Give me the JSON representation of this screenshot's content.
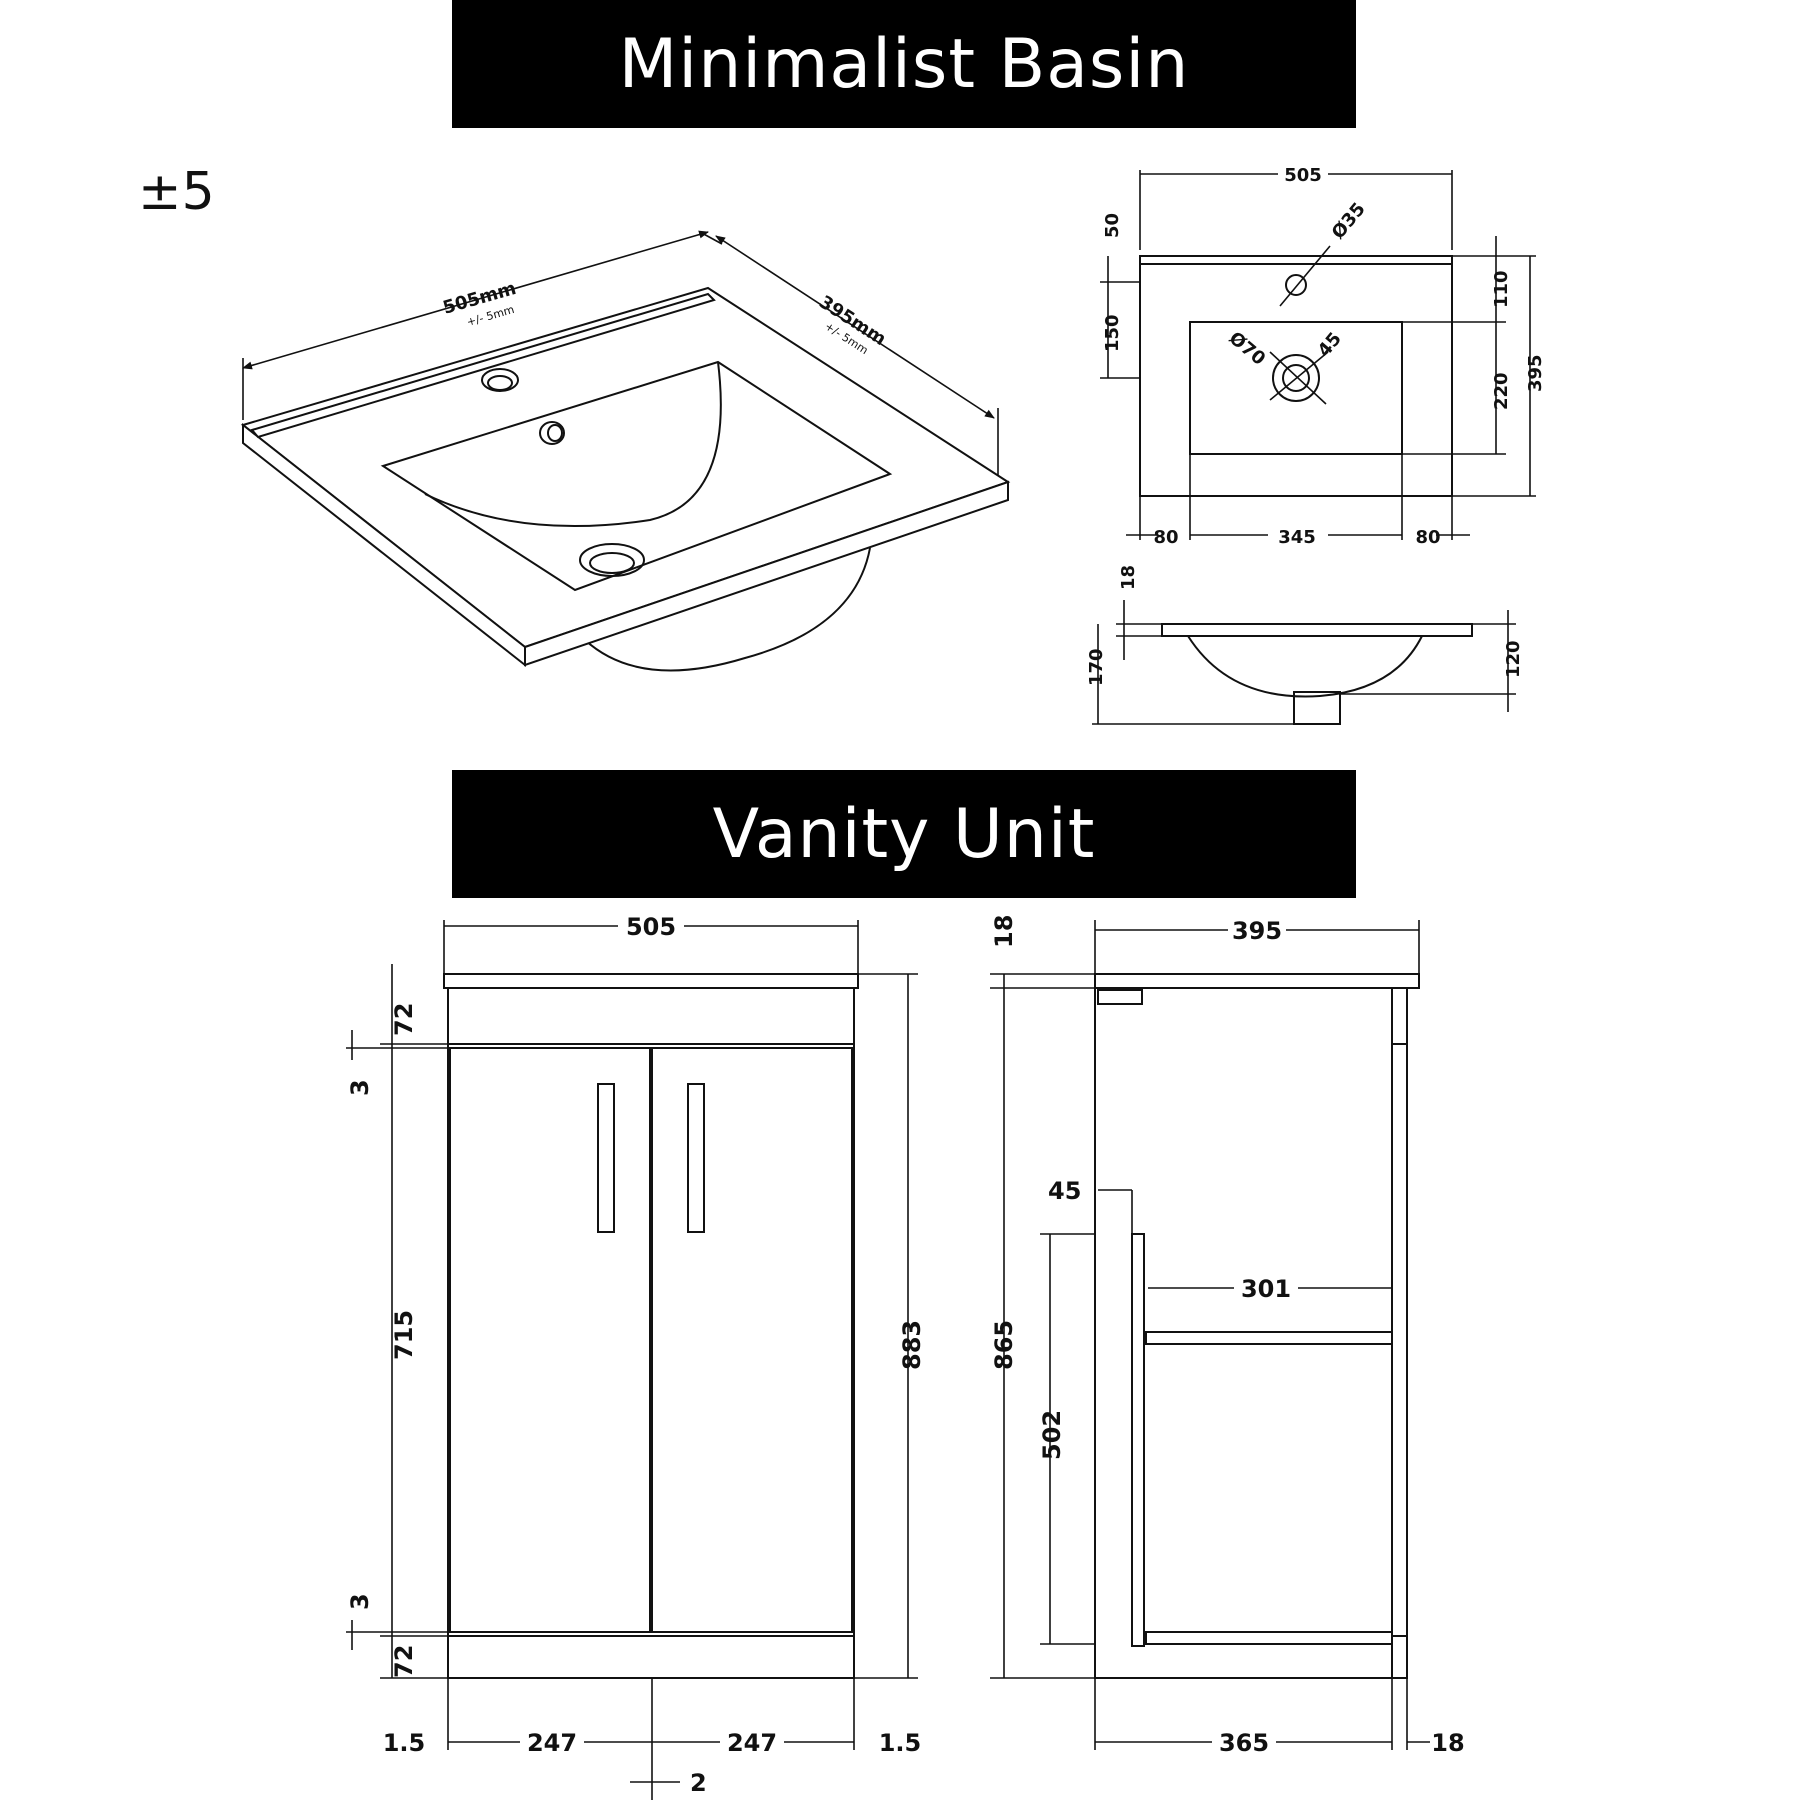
{
  "headings": {
    "basin": "Minimalist Basin",
    "vanity": "Vanity Unit"
  },
  "tolerance": "±5",
  "basin_iso": {
    "width_label": "505mm",
    "width_tol": "+/- 5mm",
    "depth_label": "395mm",
    "depth_tol": "+/- 5mm"
  },
  "basin_plan": {
    "width": "505",
    "tap_hole_dia": "Ø35",
    "waste_dia": "Ø70",
    "waste_angle": "45",
    "top_offset": "50",
    "bowl_offset": "150",
    "right_top": "110",
    "bowl_depth": "220",
    "total_depth": "395",
    "left_margin": "80",
    "bowl_width": "345",
    "right_margin": "80"
  },
  "basin_side": {
    "top_thickness": "18",
    "total_height": "170",
    "bowl_height": "120"
  },
  "vanity_front": {
    "width": "505",
    "top_rail": "72",
    "top_gap": "3",
    "door_height": "715",
    "bottom_gap": "3",
    "bottom_rail": "72",
    "total_height": "883",
    "left_edge": "1.5",
    "door_left": "247",
    "door_right": "247",
    "right_edge": "1.5",
    "center_gap": "2"
  },
  "vanity_side": {
    "depth": "395",
    "top_thickness": "18",
    "total_height": "865",
    "shelf_offset": "45",
    "shelf_depth": "301",
    "inner_height": "502",
    "carcass_depth": "365",
    "door_thickness": "18"
  }
}
